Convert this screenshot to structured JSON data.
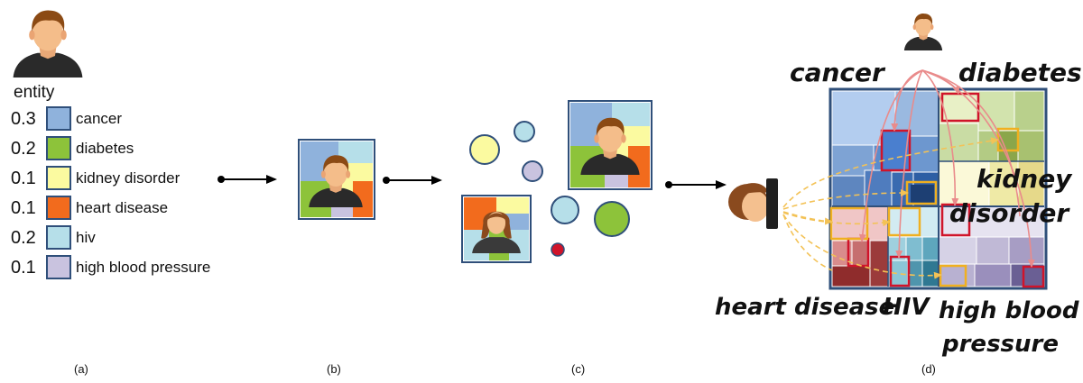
{
  "panel_a": {
    "entity_label": "entity",
    "legend": [
      {
        "weight": "0.3",
        "label": "cancer",
        "color": "#8fb2dc"
      },
      {
        "weight": "0.2",
        "label": "diabetes",
        "color": "#8dc33a"
      },
      {
        "weight": "0.1",
        "label": "kidney disorder",
        "color": "#fbfaa0"
      },
      {
        "weight": "0.1",
        "label": "heart disease",
        "color": "#f26b1d"
      },
      {
        "weight": "0.2",
        "label": "hiv",
        "color": "#b6dfe9"
      },
      {
        "weight": "0.1",
        "label": "high blood pressure",
        "color": "#c9c3df"
      }
    ]
  },
  "panel_d": {
    "labels": {
      "cancer": "cancer",
      "diabetes": "diabetes",
      "kidney": "kidney",
      "disorder": "disorder",
      "heart_disease": "heart disease",
      "hiv": "HIV",
      "high_blood": "high blood",
      "pressure": "pressure"
    }
  },
  "captions": {
    "a": "(a)",
    "b": "(b)",
    "c": "(c)",
    "d": "(d)"
  },
  "colors": {
    "border": "#2f4f7a",
    "highlight_red": "#d0142a",
    "highlight_yellow": "#f0b020",
    "flow_red": "#e98b8b",
    "flow_yellow": "#f3c256"
  }
}
